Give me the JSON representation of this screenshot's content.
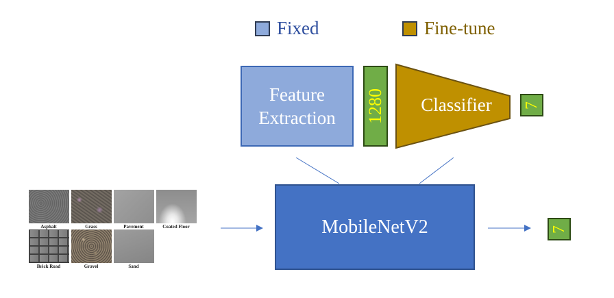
{
  "legend": {
    "fixed": {
      "label": "Fixed",
      "color": "#8eaadb",
      "text_color": "#2f4f9f"
    },
    "finetune": {
      "label": "Fine-tune",
      "color": "#bf9000",
      "text_color": "#7f6000"
    }
  },
  "blocks": {
    "feature_extraction": {
      "label": "Feature Extraction",
      "color": "#8eaadb"
    },
    "feature_dim": {
      "label": "1280",
      "color": "#70ad47",
      "text_color": "#ffff00"
    },
    "classifier": {
      "label": "Classifier",
      "color": "#bf9000"
    },
    "classifier_output": {
      "label": "7",
      "color": "#70ad47",
      "text_color": "#ffff00"
    },
    "mobilenet": {
      "label": "MobileNetV2",
      "color": "#4472c4"
    },
    "model_output": {
      "label": "7",
      "color": "#70ad47",
      "text_color": "#ffff00"
    }
  },
  "colors": {
    "arrow": "#4472c4",
    "connector": "#4472c4"
  },
  "textures": [
    {
      "label": "Asphalt",
      "icon": "asphalt-texture"
    },
    {
      "label": "Grass",
      "icon": "grass-texture"
    },
    {
      "label": "Pavement",
      "icon": "pavement-texture"
    },
    {
      "label": "Coated Floor",
      "icon": "coated-floor-texture"
    },
    {
      "label": "Brick Road",
      "icon": "brick-road-texture"
    },
    {
      "label": "Gravel",
      "icon": "gravel-texture"
    },
    {
      "label": "Sand",
      "icon": "sand-texture"
    }
  ]
}
